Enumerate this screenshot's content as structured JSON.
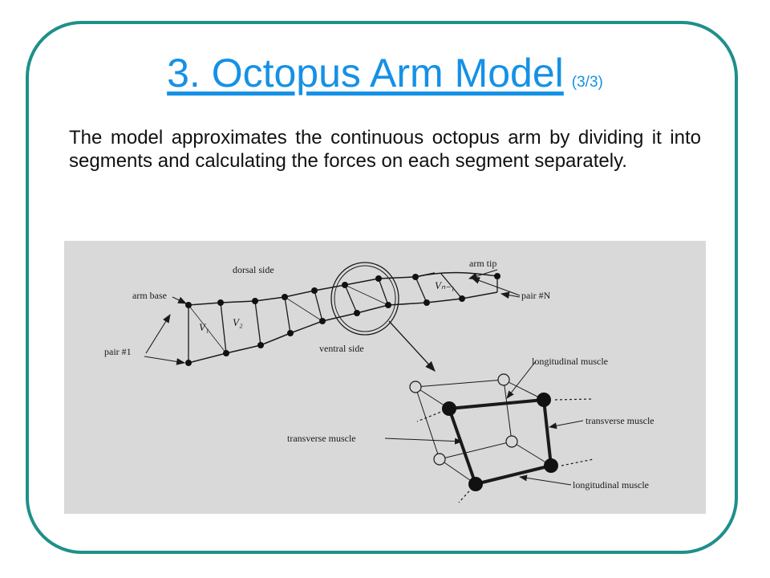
{
  "slide": {
    "title": "3. Octopus Arm Model",
    "title_suffix": "(3/3)",
    "body": "The model approximates the continuous octopus arm by dividing it into segments and calculating the forces on each segment separately."
  },
  "figure": {
    "labels": {
      "dorsal_side": "dorsal side",
      "arm_tip": "arm tip",
      "arm_base": "arm base",
      "pair_n": "pair #N",
      "pair_1": "pair #1",
      "ventral_side": "ventral side",
      "v1": "V₁",
      "v2": "V₂",
      "vn1": "Vₙ₋₁",
      "longitudinal_muscle_top": "longitudinal muscle",
      "transverse_muscle_right": "transverse muscle",
      "transverse_muscle_left": "transverse muscle",
      "longitudinal_muscle_bottom": "longitudinal muscle"
    }
  },
  "colors": {
    "frame": "#1f8f8a",
    "title": "#1591e6",
    "figure_bg": "#d9d9d9"
  }
}
